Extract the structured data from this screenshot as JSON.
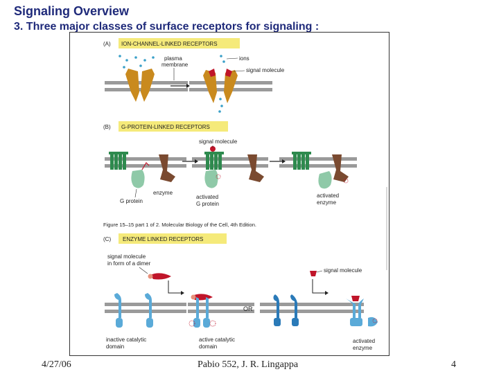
{
  "slide": {
    "title": "Signaling Overview",
    "subtitle": "3.  Three major classes of  surface receptors for signaling :"
  },
  "figure": {
    "panel_a": {
      "letter": "(A)",
      "header": "ION-CHANNEL-LINKED  RECEPTORS",
      "label_plasma": "plasma",
      "label_membrane": "membrane",
      "label_ions": "ions",
      "label_signal": "signal molecule"
    },
    "panel_b": {
      "letter": "(B)",
      "header": "G-PROTEIN-LINKED  RECEPTORS",
      "label_signal": "signal molecule",
      "label_enzyme": "enzyme",
      "label_gprotein": "G protein",
      "label_activated_g_1": "activated",
      "label_activated_g_2": "G protein",
      "label_activated_e_1": "activated",
      "label_activated_e_2": "enzyme"
    },
    "caption": "Figure 15–15 part 1 of 2. Molecular Biology of the Cell, 4th Edition.",
    "panel_c": {
      "letter": "(C)",
      "header": "ENZYME  LINKED  RECEPTORS",
      "label_dimer_1": "signal molecule",
      "label_dimer_2": "in form of a dimer",
      "label_signal": "signal molecule",
      "label_or": "OR",
      "label_inactive_1": "inactive catalytic",
      "label_inactive_2": "domain",
      "label_active_1": "active catalytic",
      "label_active_2": "domain",
      "label_activated_1": "activated",
      "label_activated_2": "enzyme"
    }
  },
  "footer": {
    "date": "4/27/06",
    "center": "Pabio 552,  J. R. Lingappa",
    "page": "4"
  },
  "colors": {
    "title": "#1f2a7a",
    "header_highlight": "#f5ea7a",
    "membrane": "#9a9a9a",
    "channel": "#c98a1e",
    "signal": "#c0152a",
    "ions": "#3aa0c8",
    "gpcr": "#2e8a4e",
    "gprotein": "#8fc9a8",
    "enzyme": "#7a4a30",
    "rtk": "#5aaad8"
  }
}
